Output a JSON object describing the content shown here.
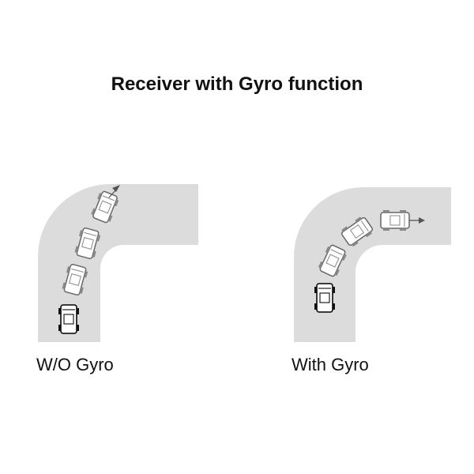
{
  "title": "Receiver with Gyro function",
  "panels": [
    {
      "caption": "W/O Gyro"
    },
    {
      "caption": "With Gyro"
    }
  ],
  "colors": {
    "road": "#dcdcdc",
    "car_outline": "#555555",
    "car_body": "#ffffff",
    "car_dark": "#222222",
    "arrow": "#555555"
  }
}
